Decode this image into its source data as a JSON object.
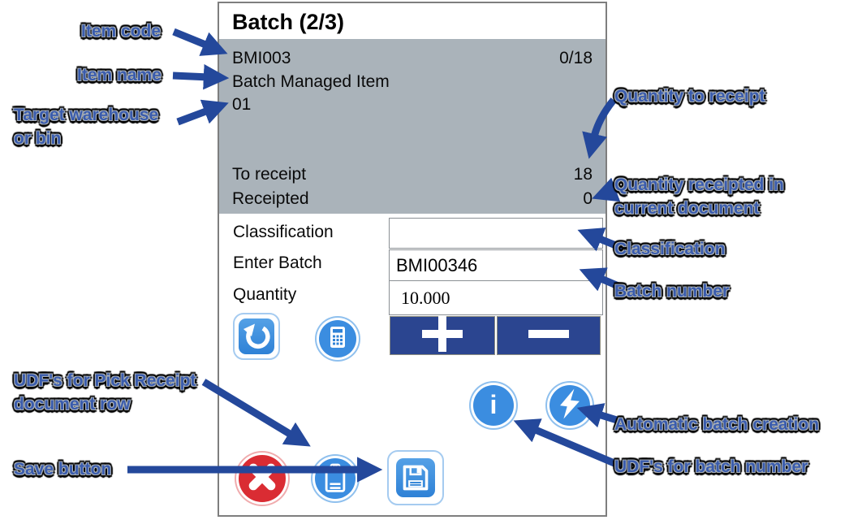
{
  "panel": {
    "title": "Batch (2/3)",
    "header": {
      "item_code": "BMI003",
      "progress": "0/18",
      "item_name": "Batch Managed Item",
      "warehouse": "01",
      "to_receipt_label": "To receipt",
      "to_receipt_value": "18",
      "receipted_label": "Receipted",
      "receipted_value": "0"
    },
    "form": {
      "classification_label": "Classification",
      "classification_value": "",
      "batch_label": "Enter Batch",
      "batch_value": "BMI00346",
      "quantity_label": "Quantity",
      "quantity_value": "10.000"
    },
    "icons": {
      "refresh": "refresh-icon",
      "calculator": "calculator-icon",
      "plus": "plus-icon",
      "minus": "minus-icon",
      "info": "info-icon",
      "lightning": "lightning-icon",
      "cancel": "cancel-x-icon",
      "clipboard": "clipboard-icon",
      "save": "floppy-disk-icon"
    },
    "info_glyph": "i"
  },
  "annotations": {
    "item_code": "Item code",
    "item_name": "Item name",
    "target_warehouse_1": "Target warehouse",
    "target_warehouse_2": "or bin",
    "qty_to_receipt": "Quantity to receipt",
    "qty_receipted_1": "Quantity receipted in",
    "qty_receipted_2": "current document",
    "classification": "Classification",
    "batch_number": "Batch number",
    "auto_batch": "Automatic batch creation",
    "udf_batch_number": "UDF's for batch number",
    "udf_pick_1": "UDF's for Pick Receipt",
    "udf_pick_2": "document row",
    "save_button": "Save button"
  },
  "colors": {
    "header_gray": "#aab3ba",
    "accent_blue": "#3b8de0",
    "navy": "#2b4590",
    "red": "#da2c33",
    "arrow_blue": "#24489b"
  }
}
